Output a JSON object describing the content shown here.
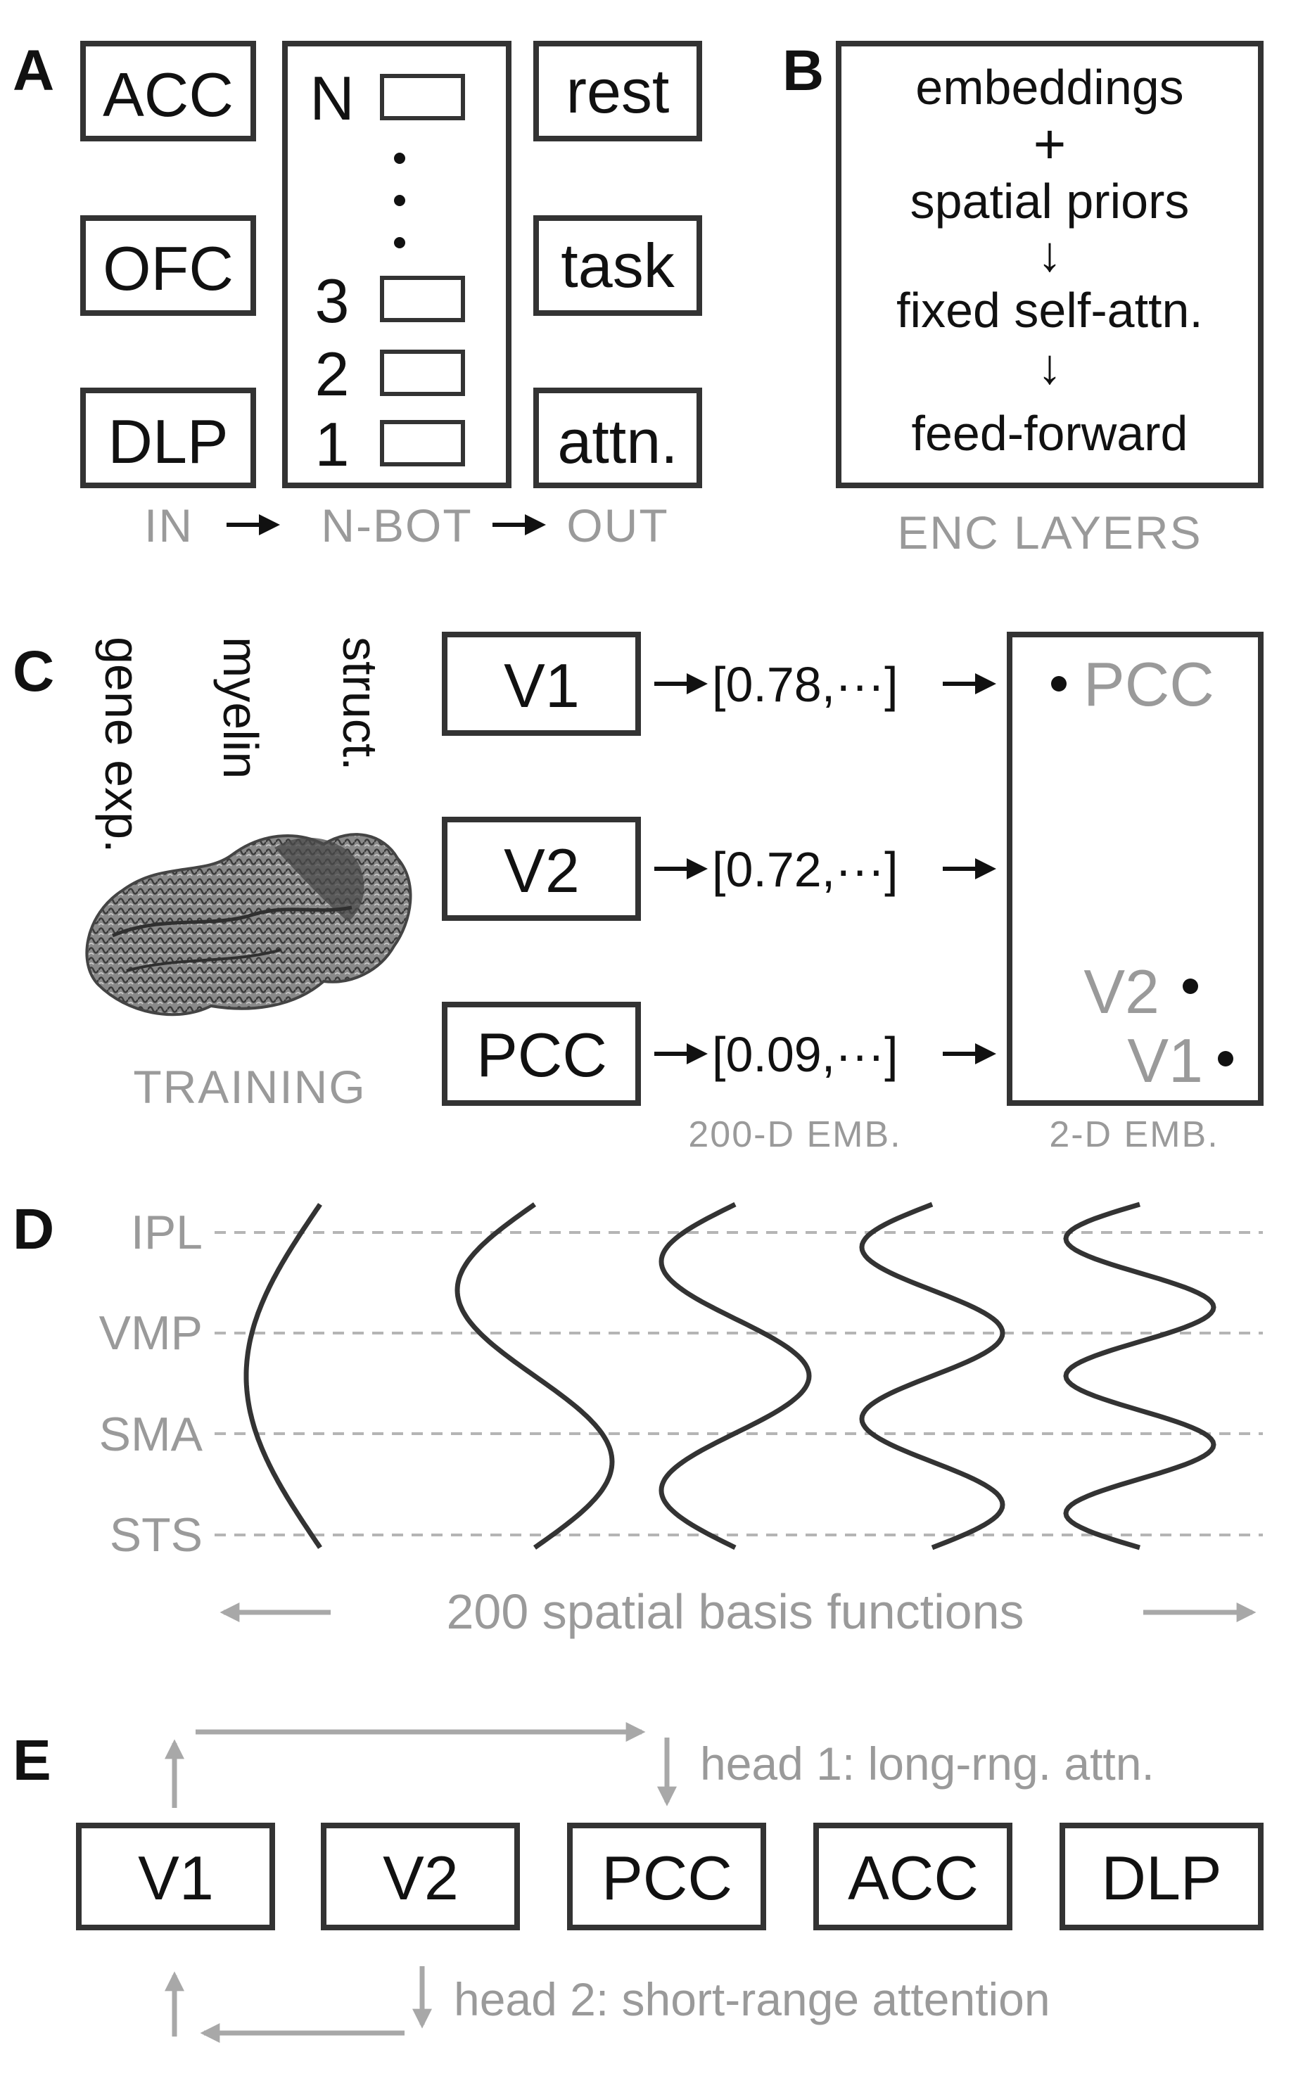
{
  "panel_a": {
    "letter": "A",
    "inputs": [
      "ACC",
      "OFC",
      "DLP"
    ],
    "bottleneck_labels": [
      "N",
      "3",
      "2",
      "1"
    ],
    "outputs": [
      "rest",
      "task",
      "attn."
    ],
    "footer": [
      "IN",
      "N-BOT",
      "OUT"
    ]
  },
  "panel_b": {
    "letter": "B",
    "lines": [
      "embeddings",
      "+",
      "spatial priors",
      "↓",
      "fixed self-attn.",
      "↓",
      "feed-forward"
    ],
    "caption": "ENC LAYERS"
  },
  "panel_c": {
    "letter": "C",
    "rotated_labels": [
      "gene exp.",
      "myelin",
      "struct."
    ],
    "training_caption": "TRAINING",
    "regions": [
      "V1",
      "V2",
      "PCC"
    ],
    "vectors": [
      "[0.78,···]",
      "[0.72,···]",
      "[0.09,···]"
    ],
    "embedding_points": [
      "PCC",
      "V2",
      "V1"
    ],
    "caption_200d": "200-D EMB.",
    "caption_2d": "2-D EMB."
  },
  "panel_d": {
    "letter": "D",
    "row_labels": [
      "IPL",
      "VMP",
      "SMA",
      "STS"
    ],
    "caption": "200 spatial basis functions"
  },
  "panel_e": {
    "letter": "E",
    "regions": [
      "V1",
      "V2",
      "PCC",
      "ACC",
      "DLP"
    ],
    "head1": "head 1: long-rng. attn.",
    "head2": "head 2: short-range attention"
  }
}
